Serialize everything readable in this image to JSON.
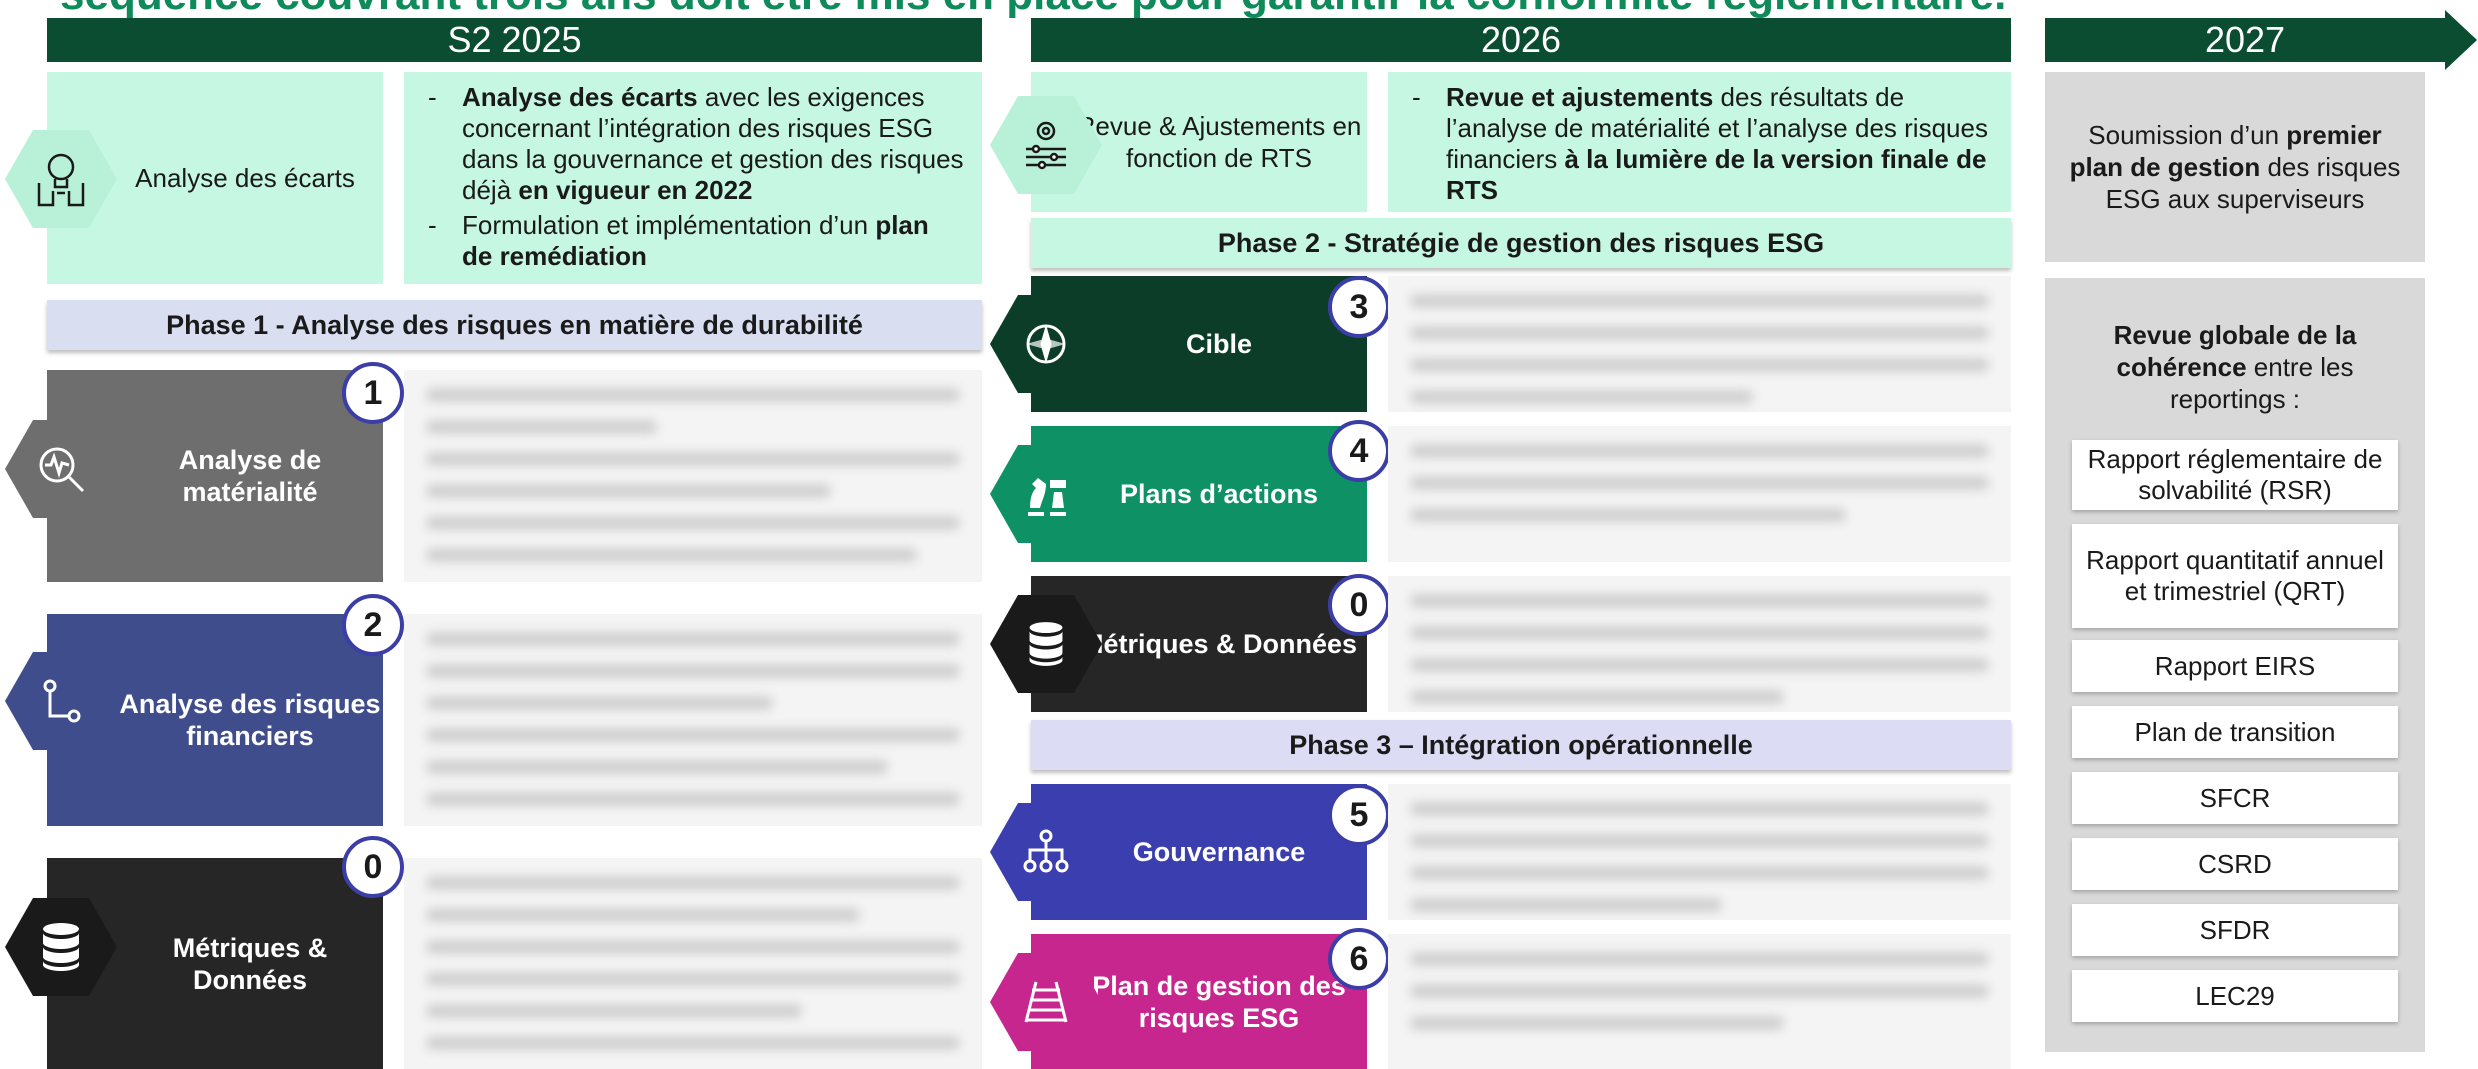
{
  "title": "séquence couvrant trois ans doit être mis en place pour garantir la conformité réglementaire.",
  "periods": {
    "s2_2025": "S2 2025",
    "y2026": "2026",
    "y2027": "2027"
  },
  "top": {
    "gap_analysis": {
      "label": "Analyse des écarts",
      "bullets": [
        [
          {
            "t": "Analyse des écarts",
            "b": true
          },
          {
            "t": " avec les exigences concernant l’intégration des risques ESG dans la gouvernance et gestion des risques déjà "
          },
          {
            "t": "en vigueur en 2022",
            "b": true
          }
        ],
        [
          {
            "t": "Formulation et implémentation d’un "
          },
          {
            "t": "plan de remédiation",
            "b": true
          }
        ]
      ]
    },
    "review": {
      "label": "Revue & Ajustements en fonction de RTS",
      "bullets": [
        [
          {
            "t": "Revue et ajustements",
            "b": true
          },
          {
            "t": " des résultats de l’analyse de matérialité et l’analyse des risques financiers "
          },
          {
            "t": "à la lumière de la version finale de RTS",
            "b": true
          }
        ]
      ]
    },
    "submission": [
      {
        "t": "Soumission d’un "
      },
      {
        "t": "premier plan de gestion",
        "b": true
      },
      {
        "t": " des risques ESG aux superviseurs"
      }
    ]
  },
  "phases": {
    "phase1": "Phase 1 - Analyse des risques en matière de durabilité",
    "phase2": "Phase 2 - Stratégie de gestion des risques ESG",
    "phase3": "Phase 3 – Intégration opérationnelle"
  },
  "steps": [
    {
      "label": "Analyse de matérialité",
      "number": "1",
      "color": "#6e6e6e",
      "icon": "magnifier-pulse-icon"
    },
    {
      "label": "Analyse des risques financiers",
      "number": "2",
      "color": "#3f4d8c",
      "icon": "branch-icon"
    },
    {
      "label": "Métriques & Données",
      "number": "0",
      "color": "#262626",
      "icon": "database-icon"
    },
    {
      "label": "Cible",
      "number": "3",
      "color": "#0b3d28",
      "icon": "compass-icon"
    },
    {
      "label": "Plans d’actions",
      "number": "4",
      "color": "#0d9165",
      "icon": "chess-icon"
    },
    {
      "label": "Métriques & Données",
      "number": "0",
      "color": "#262626",
      "icon": "database-icon"
    },
    {
      "label": "Gouvernance",
      "number": "5",
      "color": "#3b3eaf",
      "icon": "org-chart-icon"
    },
    {
      "label": "Plan de gestion des risques ESG",
      "number": "6",
      "color": "#c8268f",
      "icon": "rail-track-icon"
    }
  ],
  "coherence": {
    "heading": [
      {
        "t": "Revue globale de la cohérence",
        "b": true
      },
      {
        "t": " entre les reportings :"
      }
    ],
    "reports": [
      "Rapport réglementaire de solvabilité (RSR)",
      "Rapport quantitatif annuel et trimestriel (QRT)",
      "Rapport EIRS",
      "Plan de transition",
      "SFCR",
      "CSRD",
      "SFDR",
      "LEC29"
    ]
  },
  "colors": {
    "dark_green": "#0b4d30",
    "mint": "#c6f7e2",
    "phase1_bg": "#d9dff0",
    "phase2_bg": "#c6f7e2",
    "phase3_bg": "#dcdcf5",
    "number_border": "#3b3ea6"
  }
}
